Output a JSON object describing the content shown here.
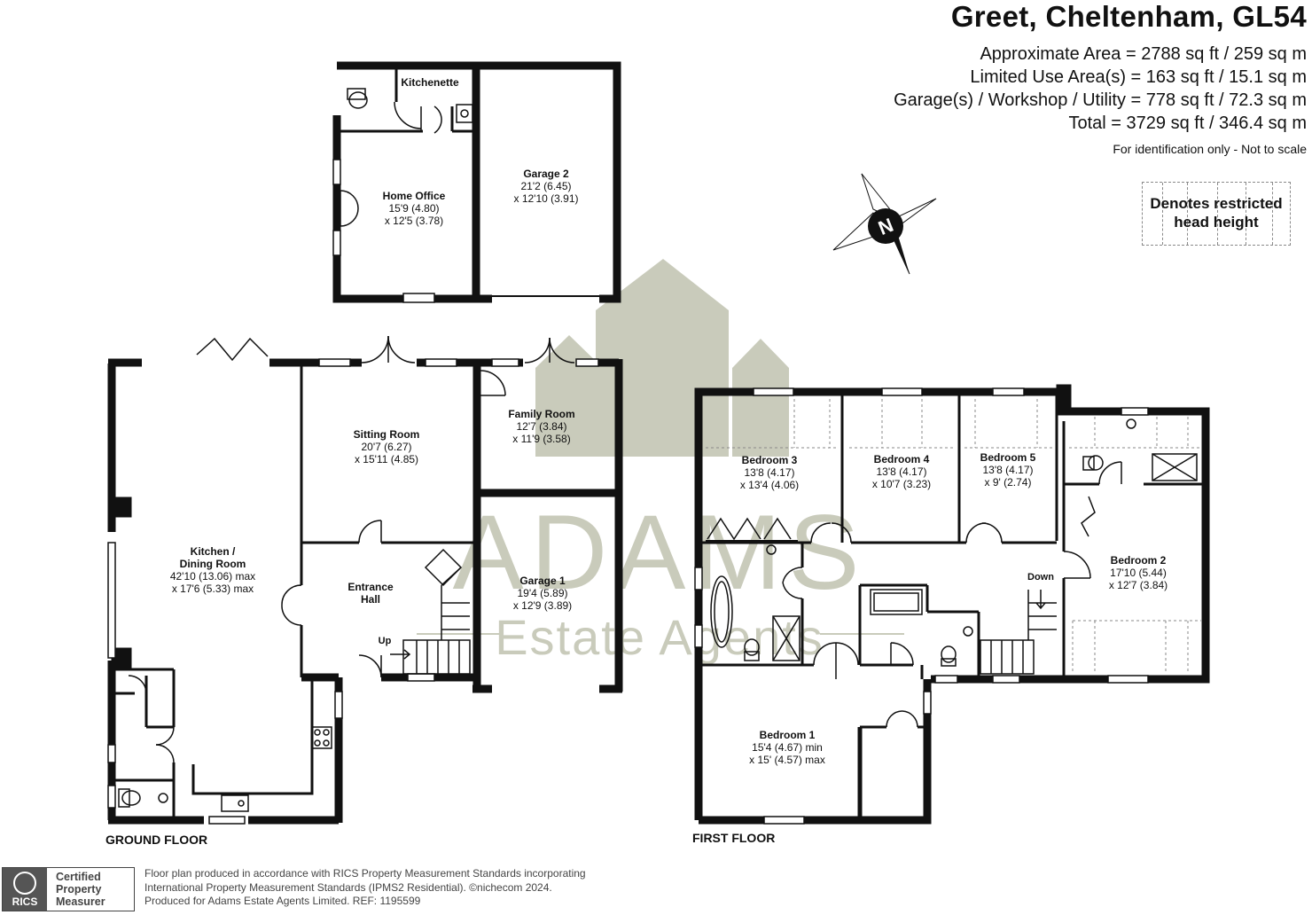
{
  "header": {
    "title": "Greet, Cheltenham, GL54",
    "area_lines": [
      "Approximate Area = 2788 sq ft / 259 sq m",
      "Limited Use Area(s) = 163 sq ft / 15.1 sq m",
      "Garage(s) / Workshop / Utility = 778 sq ft / 72.3 sq m",
      "Total = 3729 sq ft / 346.4 sq m"
    ],
    "note": "For identification only - Not to scale"
  },
  "legend": {
    "restricted_line1": "Denotes restricted",
    "restricted_line2": "head height"
  },
  "compass": {
    "letter": "N"
  },
  "watermark": {
    "name": "ADAMS",
    "tagline": "Estate Agents",
    "color": "#c9cbbb"
  },
  "floors": {
    "ground_label": "GROUND FLOOR",
    "first_label": "FIRST FLOOR"
  },
  "rooms": {
    "kitchenette": {
      "name": "Kitchenette"
    },
    "home_office": {
      "name": "Home Office",
      "dim1": "15'9 (4.80)",
      "dim2": "x 12'5 (3.78)"
    },
    "garage2": {
      "name": "Garage 2",
      "dim1": "21'2 (6.45)",
      "dim2": "x 12'10 (3.91)"
    },
    "kitchen": {
      "name1": "Kitchen /",
      "name2": "Dining Room",
      "dim1": "42'10 (13.06) max",
      "dim2": "x 17'6 (5.33) max"
    },
    "sitting": {
      "name": "Sitting Room",
      "dim1": "20'7 (6.27)",
      "dim2": "x 15'11 (4.85)"
    },
    "family": {
      "name": "Family Room",
      "dim1": "12'7 (3.84)",
      "dim2": "x 11'9 (3.58)"
    },
    "entrance": {
      "name1": "Entrance",
      "name2": "Hall"
    },
    "garage1": {
      "name": "Garage 1",
      "dim1": "19'4 (5.89)",
      "dim2": "x 12'9 (3.89)"
    },
    "bedroom3": {
      "name": "Bedroom 3",
      "dim1": "13'8 (4.17)",
      "dim2": "x 13'4 (4.06)"
    },
    "bedroom4": {
      "name": "Bedroom 4",
      "dim1": "13'8 (4.17)",
      "dim2": "x 10'7 (3.23)"
    },
    "bedroom5": {
      "name": "Bedroom 5",
      "dim1": "13'8 (4.17)",
      "dim2": "x 9' (2.74)"
    },
    "bedroom2": {
      "name": "Bedroom 2",
      "dim1": "17'10 (5.44)",
      "dim2": "x 12'7 (3.84)"
    },
    "bedroom1": {
      "name": "Bedroom 1",
      "dim1": "15'4 (4.67) min",
      "dim2": "x 15' (4.57) max"
    }
  },
  "stairs": {
    "up": "Up",
    "down": "Down"
  },
  "footer": {
    "logo_brand": "RICS",
    "logo_line1": "Certified",
    "logo_line2": "Property",
    "logo_line3": "Measurer",
    "line1": "Floor plan produced in accordance with RICS Property Measurement Standards incorporating",
    "line2": "International Property Measurement Standards (IPMS2 Residential).  ©nichecom 2024.",
    "line3": "Produced for Adams Estate Agents Limited.   REF:  1195599"
  }
}
